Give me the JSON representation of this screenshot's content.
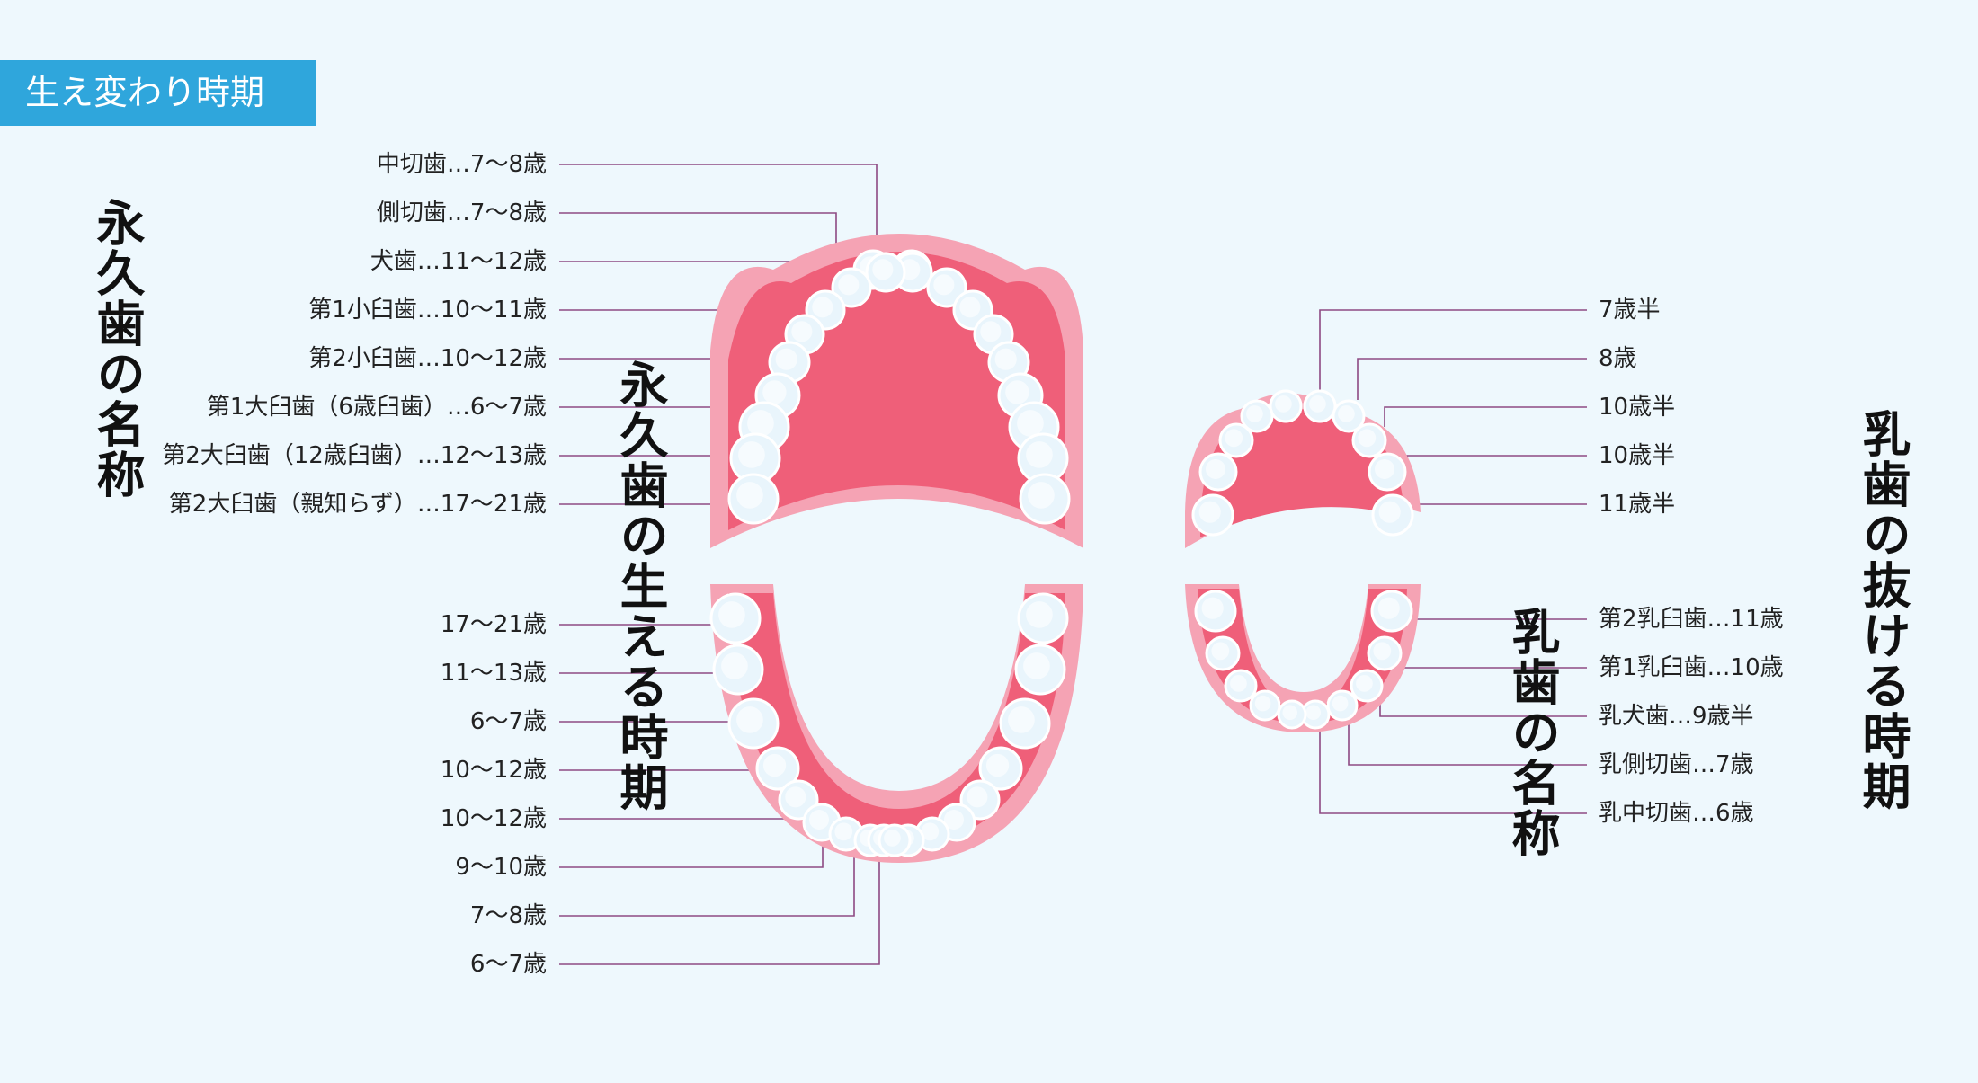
{
  "header_title": "生え変わり時期",
  "titles": {
    "permanent_names": "永久歯の名称",
    "permanent_eruption": "永久歯の生える時期",
    "baby_loss": "乳歯の抜ける時期",
    "baby_names": "乳歯の名称"
  },
  "permanent_upper_labels": [
    "中切歯…7〜8歳",
    "側切歯…7〜8歳",
    "犬歯…11〜12歳",
    "第1小臼歯…10〜11歳",
    "第2小臼歯…10〜12歳",
    "第1大臼歯（6歳臼歯）…6〜7歳",
    "第2大臼歯（12歳臼歯）…12〜13歳",
    "第2大臼歯（親知らず）…17〜21歳"
  ],
  "permanent_lower_labels": [
    "17〜21歳",
    "11〜13歳",
    "6〜7歳",
    "10〜12歳",
    "10〜12歳",
    "9〜10歳",
    "7〜8歳",
    "6〜7歳"
  ],
  "baby_upper_labels": [
    "7歳半",
    "8歳",
    "10歳半",
    "10歳半",
    "11歳半"
  ],
  "baby_lower_labels": [
    "第2乳臼歯…11歳",
    "第1乳臼歯…10歳",
    "乳犬歯…9歳半",
    "乳側切歯…7歳",
    "乳中切歯…6歳"
  ],
  "colors": {
    "header": "#2fa6dc",
    "gum": "#f0667f",
    "gum_outline": "#f59aac",
    "tooth": "#e9f5fc",
    "leader_line": "#8e4a83",
    "background": "#eef8fd"
  }
}
